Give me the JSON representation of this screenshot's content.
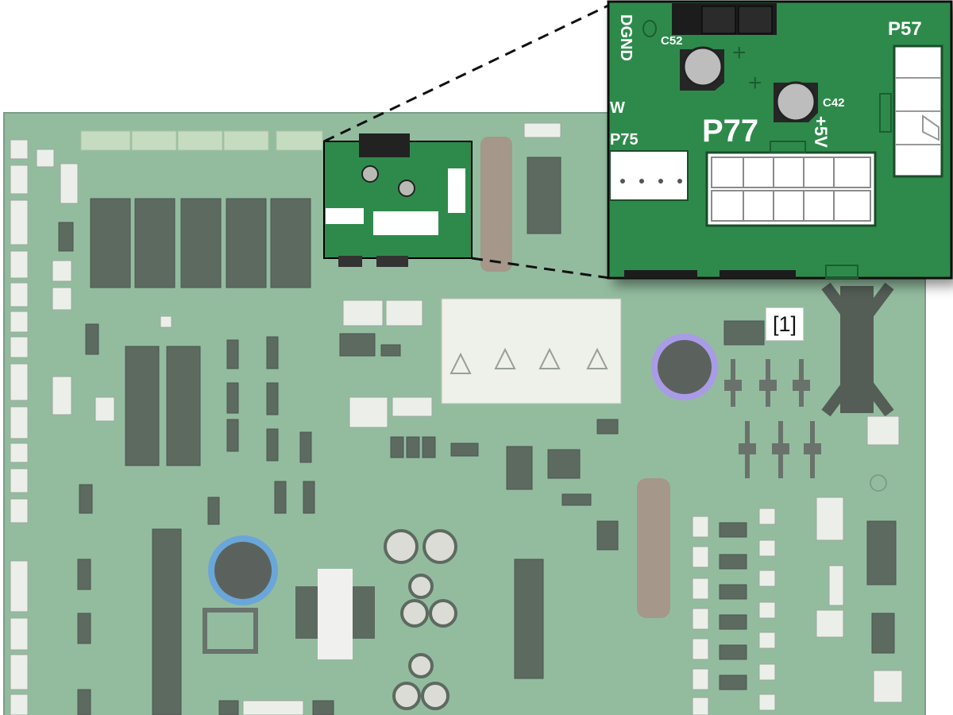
{
  "figure": {
    "callout_label": "[1]",
    "zoom_labels": {
      "dgnd": "DGND",
      "c52": "C52",
      "p57": "P57",
      "c42": "C42",
      "p77": "P77",
      "plus5v": "+5V",
      "p75": "P75",
      "w_fragment": "W"
    },
    "plus_sign": "+"
  },
  "colors": {
    "board_faded": "#93bc9f",
    "board_zoom": "#2e8a4b",
    "highlight_box": "#000000",
    "cap_blue_ring": "#6aa6d9",
    "cap_purple_ring": "#a99be6"
  }
}
